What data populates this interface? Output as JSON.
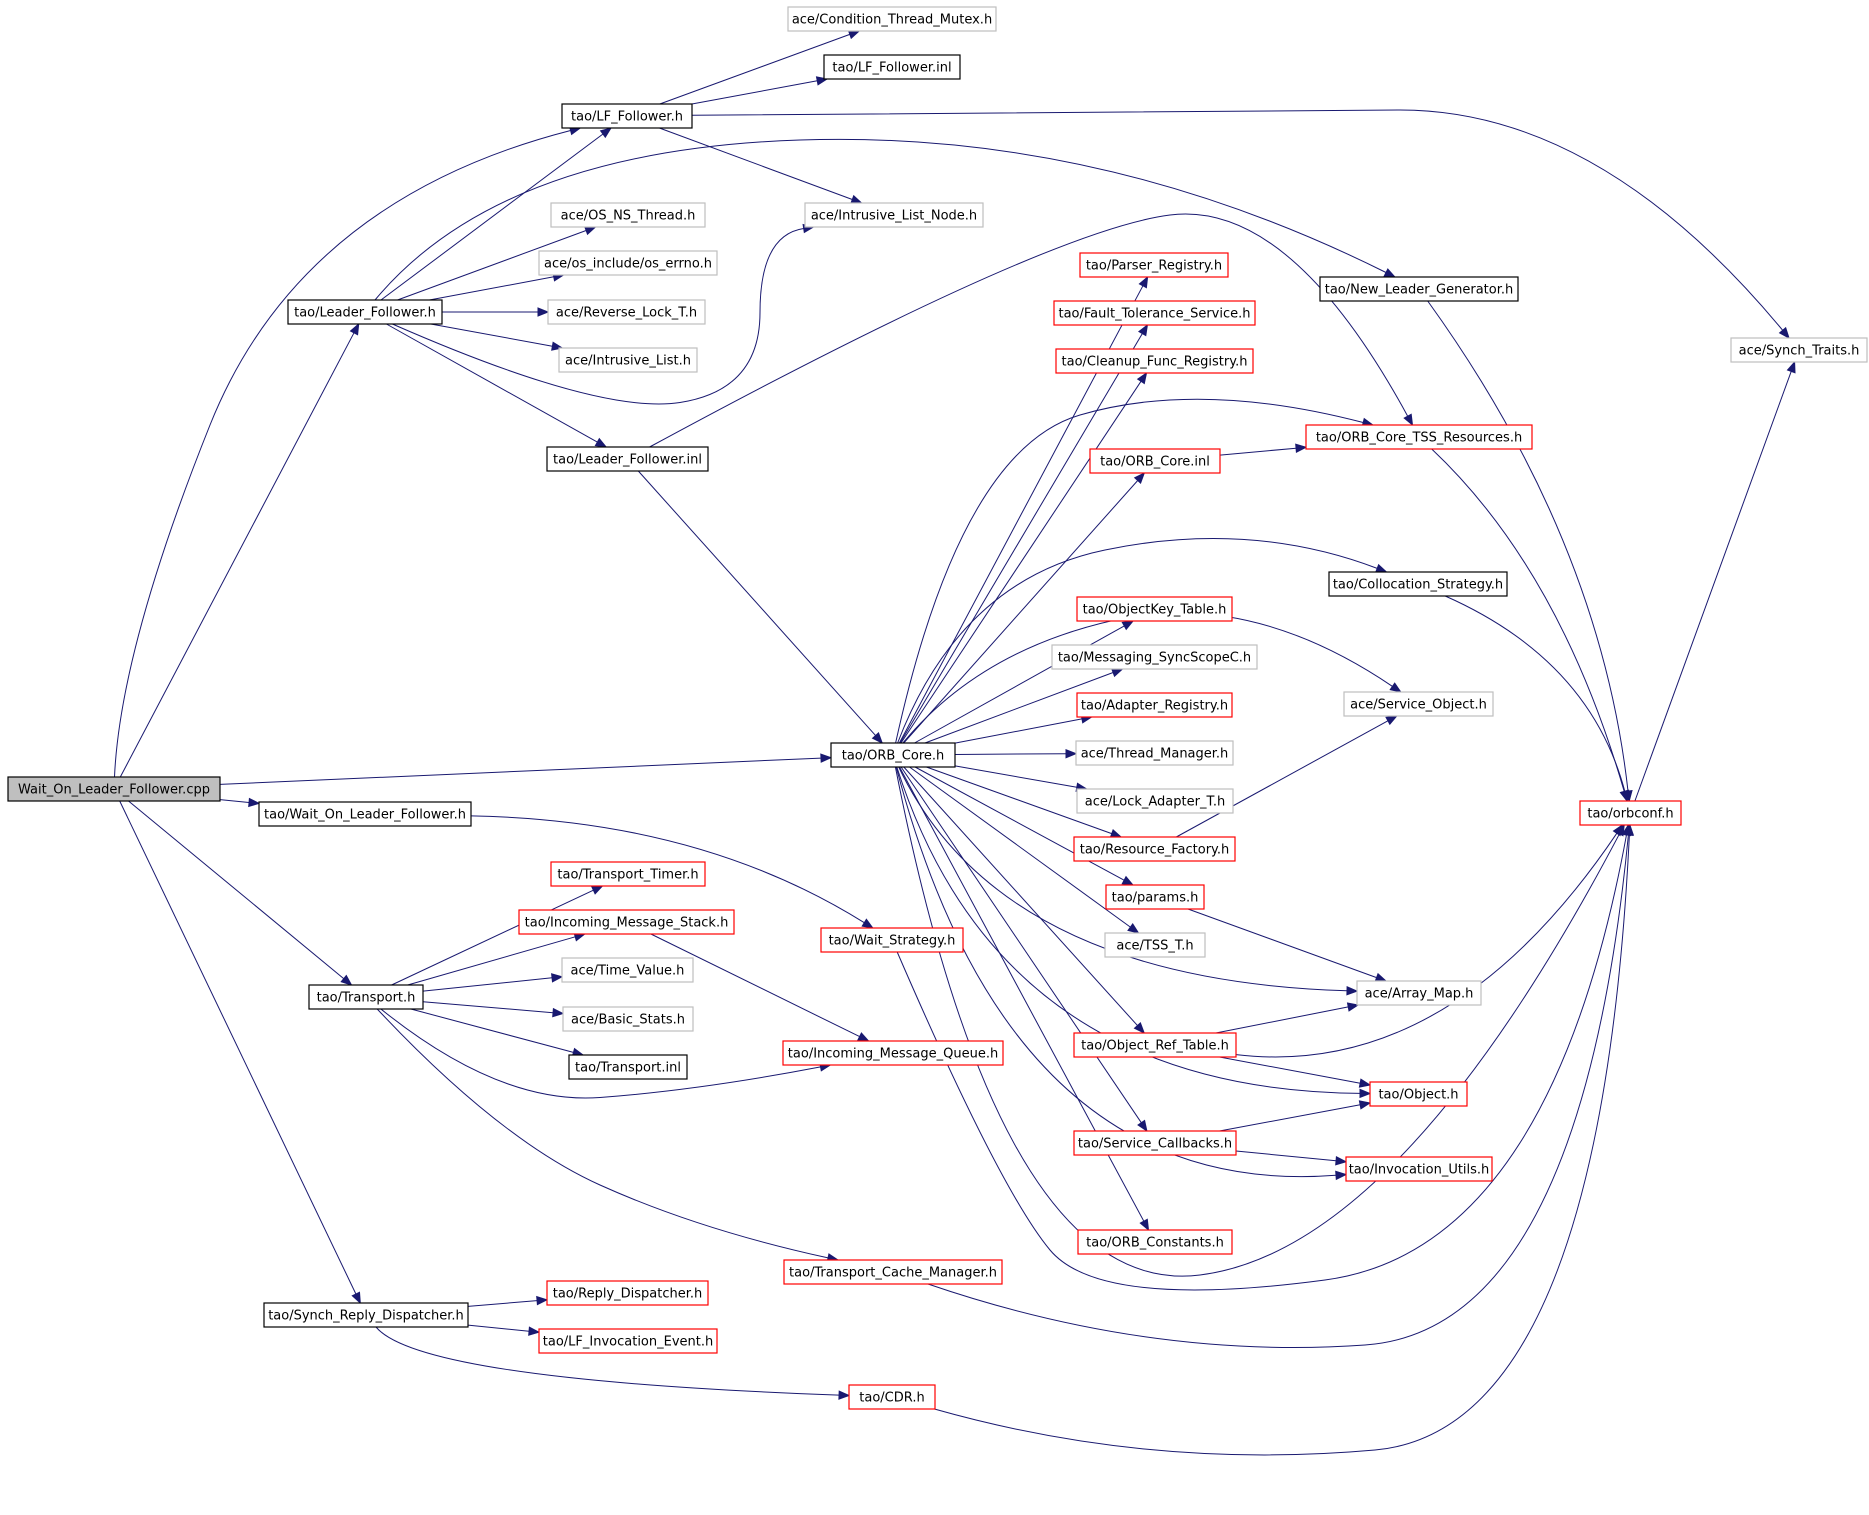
{
  "colors": {
    "edge": "#191970",
    "root_fill": "#bfbfbf",
    "documented": "#000000",
    "undocumented": "#bfbfbf",
    "truncated": "#ff0000"
  },
  "nodes": [
    {
      "id": "root",
      "label": "Wait_On_Leader_Follower.cpp",
      "style": "root"
    },
    {
      "id": "wait_lf_h",
      "label": "tao/Wait_On_Leader_Follower.h",
      "style": "documented"
    },
    {
      "id": "lf_follower_h",
      "label": "tao/LF_Follower.h",
      "style": "documented"
    },
    {
      "id": "cond_thread_mutex",
      "label": "ace/Condition_Thread_Mutex.h",
      "style": "undocumented"
    },
    {
      "id": "lf_follower_inl",
      "label": "tao/LF_Follower.inl",
      "style": "documented"
    },
    {
      "id": "intrusive_list_node",
      "label": "ace/Intrusive_List_Node.h",
      "style": "undocumented"
    },
    {
      "id": "synch_traits",
      "label": "ace/Synch_Traits.h",
      "style": "undocumented"
    },
    {
      "id": "leader_follower_h",
      "label": "tao/Leader_Follower.h",
      "style": "documented"
    },
    {
      "id": "os_ns_thread",
      "label": "ace/OS_NS_Thread.h",
      "style": "undocumented"
    },
    {
      "id": "os_errno",
      "label": "ace/os_include/os_errno.h",
      "style": "undocumented"
    },
    {
      "id": "reverse_lock",
      "label": "ace/Reverse_Lock_T.h",
      "style": "undocumented"
    },
    {
      "id": "intrusive_list",
      "label": "ace/Intrusive_List.h",
      "style": "undocumented"
    },
    {
      "id": "leader_follower_inl",
      "label": "tao/Leader_Follower.inl",
      "style": "documented"
    },
    {
      "id": "new_leader_gen",
      "label": "tao/New_Leader_Generator.h",
      "style": "documented"
    },
    {
      "id": "orb_core_h",
      "label": "tao/ORB_Core.h",
      "style": "documented"
    },
    {
      "id": "parser_registry",
      "label": "tao/Parser_Registry.h",
      "style": "truncated"
    },
    {
      "id": "fault_tolerance",
      "label": "tao/Fault_Tolerance_Service.h",
      "style": "truncated"
    },
    {
      "id": "cleanup_func",
      "label": "tao/Cleanup_Func_Registry.h",
      "style": "truncated"
    },
    {
      "id": "orb_core_tss",
      "label": "tao/ORB_Core_TSS_Resources.h",
      "style": "truncated"
    },
    {
      "id": "orb_core_inl",
      "label": "tao/ORB_Core.inl",
      "style": "truncated"
    },
    {
      "id": "collocation",
      "label": "tao/Collocation_Strategy.h",
      "style": "documented"
    },
    {
      "id": "objectkey_table",
      "label": "tao/ObjectKey_Table.h",
      "style": "truncated"
    },
    {
      "id": "messaging_sync",
      "label": "tao/Messaging_SyncScopeC.h",
      "style": "undocumented"
    },
    {
      "id": "adapter_registry",
      "label": "tao/Adapter_Registry.h",
      "style": "truncated"
    },
    {
      "id": "service_object",
      "label": "ace/Service_Object.h",
      "style": "undocumented"
    },
    {
      "id": "thread_manager",
      "label": "ace/Thread_Manager.h",
      "style": "undocumented"
    },
    {
      "id": "lock_adapter",
      "label": "ace/Lock_Adapter_T.h",
      "style": "undocumented"
    },
    {
      "id": "resource_factory",
      "label": "tao/Resource_Factory.h",
      "style": "truncated"
    },
    {
      "id": "orbconf",
      "label": "tao/orbconf.h",
      "style": "truncated"
    },
    {
      "id": "params",
      "label": "tao/params.h",
      "style": "truncated"
    },
    {
      "id": "tss_t",
      "label": "ace/TSS_T.h",
      "style": "undocumented"
    },
    {
      "id": "array_map",
      "label": "ace/Array_Map.h",
      "style": "undocumented"
    },
    {
      "id": "object_ref_table",
      "label": "tao/Object_Ref_Table.h",
      "style": "truncated"
    },
    {
      "id": "object_h",
      "label": "tao/Object.h",
      "style": "truncated"
    },
    {
      "id": "service_callbacks",
      "label": "tao/Service_Callbacks.h",
      "style": "truncated"
    },
    {
      "id": "invocation_utils",
      "label": "tao/Invocation_Utils.h",
      "style": "truncated"
    },
    {
      "id": "orb_constants",
      "label": "tao/ORB_Constants.h",
      "style": "truncated"
    },
    {
      "id": "transport_timer",
      "label": "tao/Transport_Timer.h",
      "style": "truncated"
    },
    {
      "id": "incoming_msg_stack",
      "label": "tao/Incoming_Message_Stack.h",
      "style": "truncated"
    },
    {
      "id": "wait_strategy",
      "label": "tao/Wait_Strategy.h",
      "style": "truncated"
    },
    {
      "id": "transport_h",
      "label": "tao/Transport.h",
      "style": "documented"
    },
    {
      "id": "time_value",
      "label": "ace/Time_Value.h",
      "style": "undocumented"
    },
    {
      "id": "basic_stats",
      "label": "ace/Basic_Stats.h",
      "style": "undocumented"
    },
    {
      "id": "transport_inl",
      "label": "tao/Transport.inl",
      "style": "documented"
    },
    {
      "id": "incoming_msg_queue",
      "label": "tao/Incoming_Message_Queue.h",
      "style": "truncated"
    },
    {
      "id": "transport_cache",
      "label": "tao/Transport_Cache_Manager.h",
      "style": "truncated"
    },
    {
      "id": "synch_reply",
      "label": "tao/Synch_Reply_Dispatcher.h",
      "style": "documented"
    },
    {
      "id": "reply_dispatcher",
      "label": "tao/Reply_Dispatcher.h",
      "style": "truncated"
    },
    {
      "id": "lf_invocation_event",
      "label": "tao/LF_Invocation_Event.h",
      "style": "truncated"
    },
    {
      "id": "cdr_h",
      "label": "tao/CDR.h",
      "style": "truncated"
    }
  ],
  "edges": [
    [
      "root",
      "lf_follower_h"
    ],
    [
      "root",
      "leader_follower_h"
    ],
    [
      "root",
      "orb_core_h"
    ],
    [
      "root",
      "wait_lf_h"
    ],
    [
      "root",
      "transport_h"
    ],
    [
      "root",
      "synch_reply"
    ],
    [
      "lf_follower_h",
      "cond_thread_mutex"
    ],
    [
      "lf_follower_h",
      "lf_follower_inl"
    ],
    [
      "lf_follower_h",
      "intrusive_list_node"
    ],
    [
      "lf_follower_h",
      "synch_traits"
    ],
    [
      "leader_follower_h",
      "lf_follower_h"
    ],
    [
      "leader_follower_h",
      "os_ns_thread"
    ],
    [
      "leader_follower_h",
      "os_errno"
    ],
    [
      "leader_follower_h",
      "reverse_lock"
    ],
    [
      "leader_follower_h",
      "intrusive_list"
    ],
    [
      "leader_follower_h",
      "intrusive_list_node"
    ],
    [
      "leader_follower_h",
      "new_leader_gen"
    ],
    [
      "leader_follower_h",
      "leader_follower_inl"
    ],
    [
      "leader_follower_inl",
      "orb_core_h"
    ],
    [
      "leader_follower_inl",
      "orb_core_tss"
    ],
    [
      "new_leader_gen",
      "orbconf"
    ],
    [
      "orb_core_h",
      "parser_registry"
    ],
    [
      "orb_core_h",
      "fault_tolerance"
    ],
    [
      "orb_core_h",
      "cleanup_func"
    ],
    [
      "orb_core_h",
      "orb_core_tss"
    ],
    [
      "orb_core_h",
      "orb_core_inl"
    ],
    [
      "orb_core_h",
      "collocation"
    ],
    [
      "orb_core_h",
      "objectkey_table"
    ],
    [
      "orb_core_h",
      "messaging_sync"
    ],
    [
      "orb_core_h",
      "adapter_registry"
    ],
    [
      "orb_core_h",
      "service_object"
    ],
    [
      "orb_core_h",
      "thread_manager"
    ],
    [
      "orb_core_h",
      "lock_adapter"
    ],
    [
      "orb_core_h",
      "resource_factory"
    ],
    [
      "orb_core_h",
      "params"
    ],
    [
      "orb_core_h",
      "tss_t"
    ],
    [
      "orb_core_h",
      "array_map"
    ],
    [
      "orb_core_h",
      "object_ref_table"
    ],
    [
      "orb_core_h",
      "object_h"
    ],
    [
      "orb_core_h",
      "service_callbacks"
    ],
    [
      "orb_core_h",
      "invocation_utils"
    ],
    [
      "orb_core_h",
      "orb_constants"
    ],
    [
      "orb_core_h",
      "orbconf"
    ],
    [
      "orb_core_inl",
      "orb_core_tss"
    ],
    [
      "orb_core_tss",
      "orbconf"
    ],
    [
      "collocation",
      "orbconf"
    ],
    [
      "resource_factory",
      "service_object"
    ],
    [
      "params",
      "array_map"
    ],
    [
      "object_ref_table",
      "array_map"
    ],
    [
      "object_ref_table",
      "object_h"
    ],
    [
      "object_ref_table",
      "orbconf"
    ],
    [
      "service_callbacks",
      "object_h"
    ],
    [
      "service_callbacks",
      "invocation_utils"
    ],
    [
      "orbconf",
      "synch_traits"
    ],
    [
      "wait_lf_h",
      "wait_strategy"
    ],
    [
      "wait_strategy",
      "orbconf"
    ],
    [
      "transport_h",
      "transport_timer"
    ],
    [
      "transport_h",
      "incoming_msg_stack"
    ],
    [
      "transport_h",
      "time_value"
    ],
    [
      "transport_h",
      "basic_stats"
    ],
    [
      "transport_h",
      "transport_inl"
    ],
    [
      "transport_h",
      "incoming_msg_queue"
    ],
    [
      "transport_h",
      "transport_cache"
    ],
    [
      "incoming_msg_stack",
      "incoming_msg_queue"
    ],
    [
      "transport_cache",
      "orbconf"
    ],
    [
      "synch_reply",
      "reply_dispatcher"
    ],
    [
      "synch_reply",
      "lf_invocation_event"
    ],
    [
      "synch_reply",
      "cdr_h"
    ],
    [
      "cdr_h",
      "orbconf"
    ]
  ]
}
